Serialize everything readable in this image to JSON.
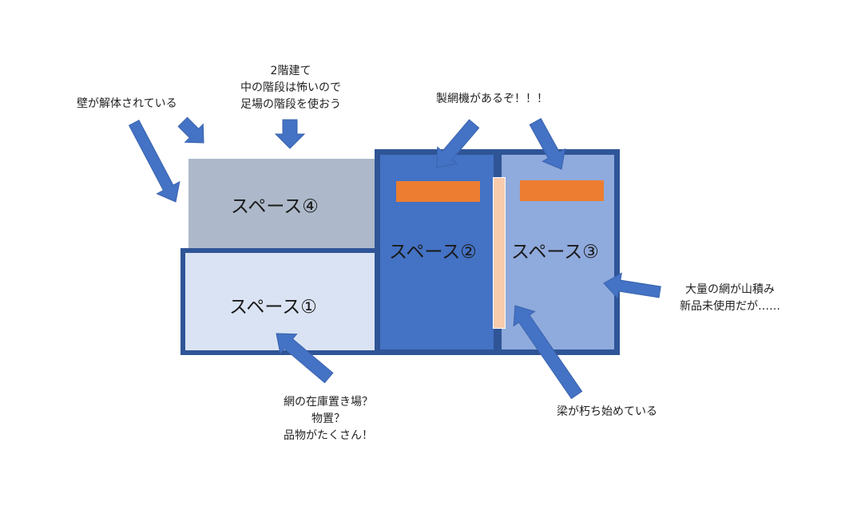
{
  "colors": {
    "space1_fill": "#DAE3F3",
    "space2_fill": "#4472C4",
    "space3_fill": "#8FAADC",
    "space4_fill": "#ADB9CA",
    "frame": "#2F5597",
    "machine": "#ED7D31",
    "beam": "#F8CBAD",
    "arrow": "#4472C4"
  },
  "spaces": {
    "s1": "スペース①",
    "s2": "スペース②",
    "s3": "スペース③",
    "s4": "スペース④"
  },
  "notes": {
    "wall": "壁が解体されている",
    "stairs": [
      "2階建て",
      "中の階段は怖いので",
      "足場の階段を使おう"
    ],
    "machine": "製網機があるぞ！！！",
    "nets": [
      "大量の網が山積み",
      "新品未使用だが……"
    ],
    "storage": [
      "網の在庫置き場？",
      "物置？",
      "品物がたくさん！"
    ],
    "beam": "梁が朽ち始めている"
  }
}
